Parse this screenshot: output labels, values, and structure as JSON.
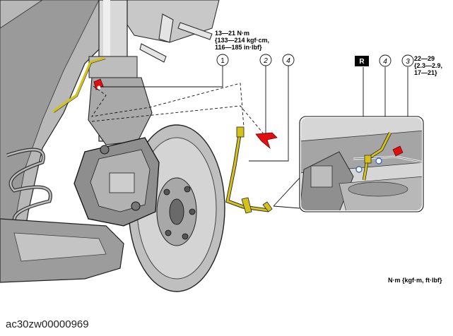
{
  "callouts": [
    {
      "id": "callout-1",
      "label": "1"
    },
    {
      "id": "callout-2",
      "label": "2"
    },
    {
      "id": "callout-4",
      "label": "4"
    },
    {
      "id": "callout-4b",
      "label": "4"
    },
    {
      "id": "callout-3",
      "label": "3"
    }
  ],
  "r_badge": "R",
  "torque_spec_1": "13—21 N·m\n{133—214 kgf·cm,\n116—185 in·lbf}",
  "torque_spec_3": "22—29\n{2.3—2.9,\n17—21}",
  "units_note": "N·m {kgf·m, ft·lbf}",
  "figure_id": "ac30zw00000969",
  "colors": {
    "hose_yellow": "#d4c21a",
    "bolt_red": "#e01010",
    "line_dark": "#111111",
    "gray_mid": "#8a8a8a",
    "gray_light": "#cfcfcf"
  }
}
